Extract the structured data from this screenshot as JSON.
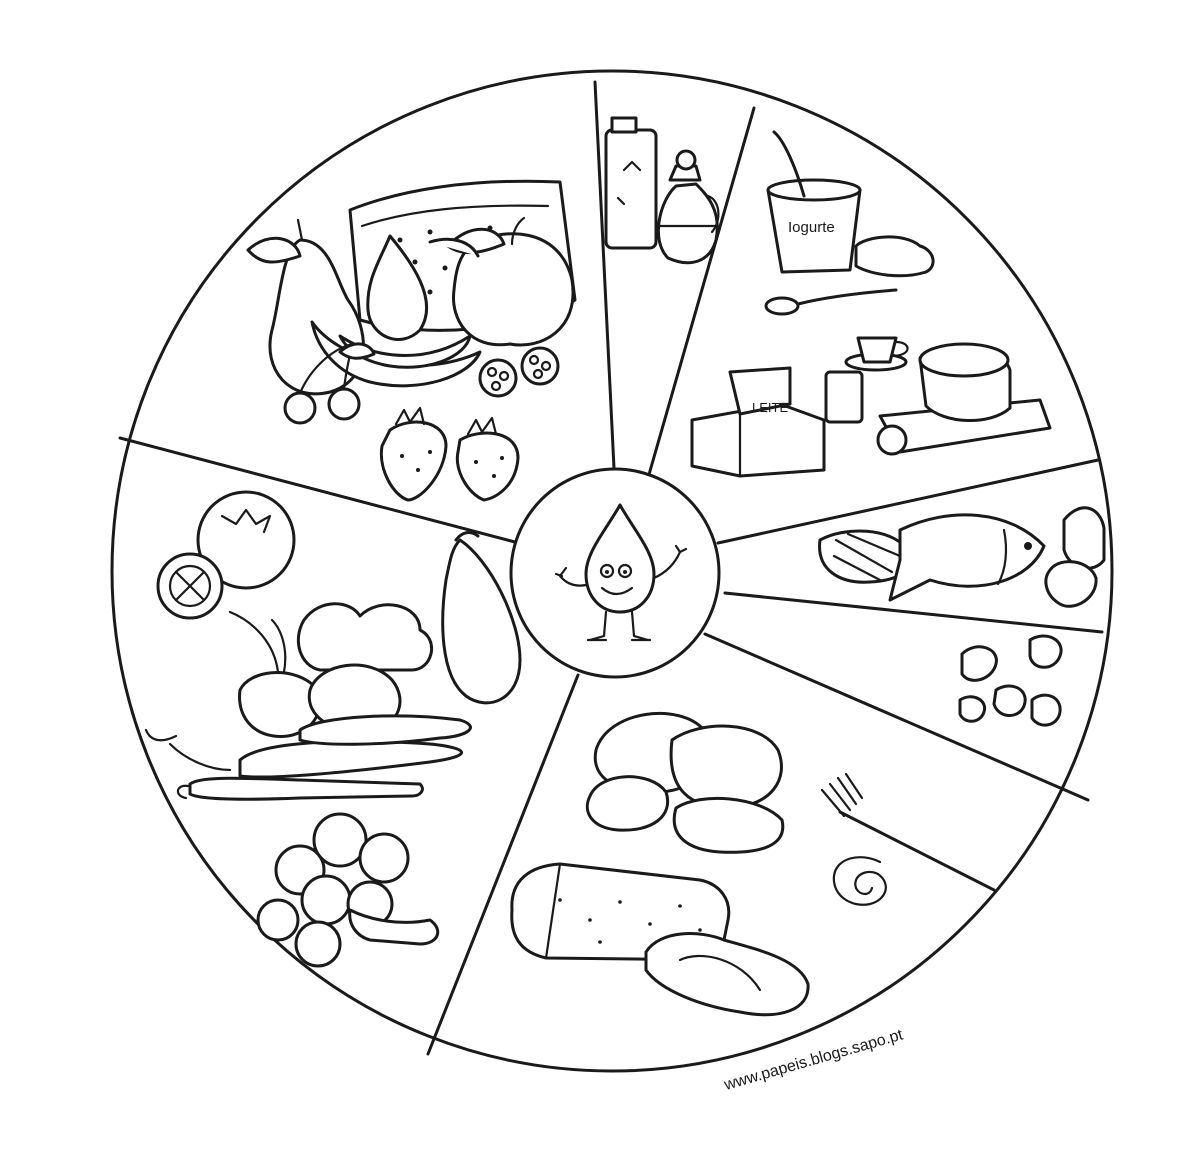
{
  "diagram": {
    "center_icon": "water-drop-character-icon",
    "segments": [
      {
        "id": "fruits",
        "icons": [
          "watermelon-icon",
          "pear-icon",
          "apple-icon",
          "banana-icon",
          "cherries-icon",
          "strawberry-icon",
          "blackberry-icon"
        ]
      },
      {
        "id": "oils",
        "icons": [
          "oil-bottle-icon",
          "cruet-icon"
        ]
      },
      {
        "id": "dairy",
        "icons": [
          "yogurt-cup-icon",
          "spoon-icon",
          "milk-carton-icon",
          "cheese-icon",
          "cup-icon",
          "glass-icon"
        ]
      },
      {
        "id": "meat-fish",
        "icons": [
          "steak-icon",
          "fish-icon",
          "egg-icon"
        ]
      },
      {
        "id": "legumes",
        "icons": [
          "beans-icon"
        ]
      },
      {
        "id": "cereals",
        "icons": [
          "potatoes-icon",
          "bread-loaf-icon",
          "fork-pasta-icon"
        ]
      },
      {
        "id": "vegetables",
        "icons": [
          "tomato-icon",
          "onion-icon",
          "carrots-icon",
          "broccoli-icon",
          "eggplant-icon",
          "cauliflower-icon"
        ]
      }
    ]
  },
  "labels": {
    "yogurt": "Iogurte",
    "milk": "LEITE"
  },
  "watermark": "www.papeis.blogs.sapo.pt",
  "colors": {
    "ink": "#1a1a1a",
    "paper": "#ffffff"
  }
}
